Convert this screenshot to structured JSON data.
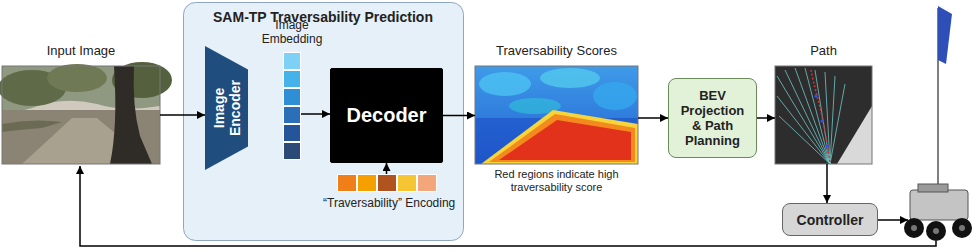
{
  "diagram": {
    "nodes": [
      {
        "text": [
          "Input Image"
        ]
      },
      {
        "text": [
          "SAM-TP Traversability Prediction"
        ]
      },
      {
        "text": [
          "Image Encoder"
        ],
        "in": 1
      },
      {
        "text": [
          "Image Embedding"
        ],
        "in": 1
      },
      {
        "text": [
          "Decoder"
        ],
        "in": 1
      },
      {
        "text": [
          "“Traversability” Encoding"
        ],
        "in": 1
      },
      {
        "text": [
          "Traversability Scores",
          "Red regions indicate high traversability score"
        ]
      },
      {
        "text": [
          "BEV Projection & Path Planning"
        ]
      },
      {
        "text": [
          "Path"
        ]
      },
      {
        "text": [
          "Controller"
        ]
      }
    ],
    "edges": [
      {
        "from": 0,
        "to": 2,
        "arrow": "to"
      },
      {
        "from": 3,
        "to": 4,
        "arrow": "to"
      },
      {
        "from": 5,
        "to": 4,
        "arrow": "to"
      },
      {
        "from": 4,
        "to": 6,
        "arrow": "to"
      },
      {
        "from": 6,
        "to": 7,
        "arrow": "to"
      },
      {
        "from": 7,
        "to": 8,
        "arrow": "to"
      },
      {
        "from": 8,
        "to": 9,
        "arrow": "to"
      }
    ]
  }
}
